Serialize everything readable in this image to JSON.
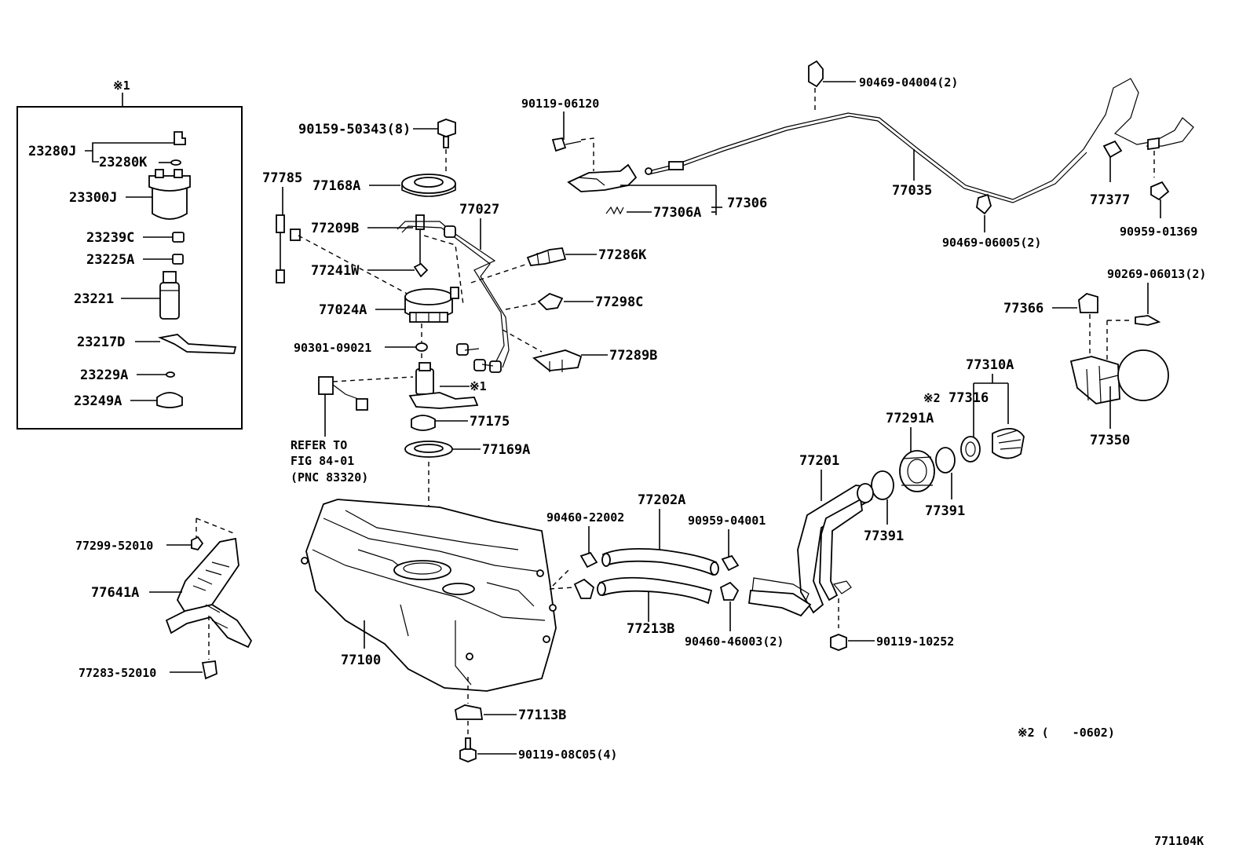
{
  "figure_code": "771104K",
  "note_2": "※2 (　　-0602)",
  "kit_marker": "※1",
  "kit_callout": "※1",
  "kit_callout_2": "※2",
  "refer_note": [
    "REFER TO",
    "FIG 84-01",
    "(PNC 83320)"
  ],
  "parts": {
    "p23280J": "23280J",
    "p23280K": "23280K",
    "p23300J": "23300J",
    "p23239C": "23239C",
    "p23225A": "23225A",
    "p23221": "23221",
    "p23217D": "23217D",
    "p23229A": "23229A",
    "p23249A": "23249A",
    "p90159": "90159-50343(8)",
    "p77785": "77785",
    "p77168A": "77168A",
    "p77209B": "77209B",
    "p77027": "77027",
    "p77241W": "77241W",
    "p77024A": "77024A",
    "p90301": "90301-09021",
    "p77175": "77175",
    "p77169A": "77169A",
    "p90119_06120": "90119-06120",
    "p77306": "77306",
    "p77306A": "77306A",
    "p77286K": "77286K",
    "p77298C": "77298C",
    "p77289B": "77289B",
    "p90469_04004": "90469-04004(2)",
    "p77035": "77035",
    "p90469_06005": "90469-06005(2)",
    "p77377": "77377",
    "p90959_01369": "90959-01369",
    "p90269": "90269-06013(2)",
    "p77366": "77366",
    "p77350": "77350",
    "p77310A": "77310A",
    "p77316": "77316",
    "p77291A": "77291A",
    "p77391a": "77391",
    "p77391b": "77391",
    "p77201": "77201",
    "p77202A": "77202A",
    "p90460_22002": "90460-22002",
    "p90959_04001": "90959-04001",
    "p77213B": "77213B",
    "p90460_46003": "90460-46003(2)",
    "p90119_10252": "90119-10252",
    "p77299": "77299-52010",
    "p77641A": "77641A",
    "p77283": "77283-52010",
    "p77100": "77100",
    "p77113B": "77113B",
    "p90119_08C05": "90119-08C05(4)"
  }
}
